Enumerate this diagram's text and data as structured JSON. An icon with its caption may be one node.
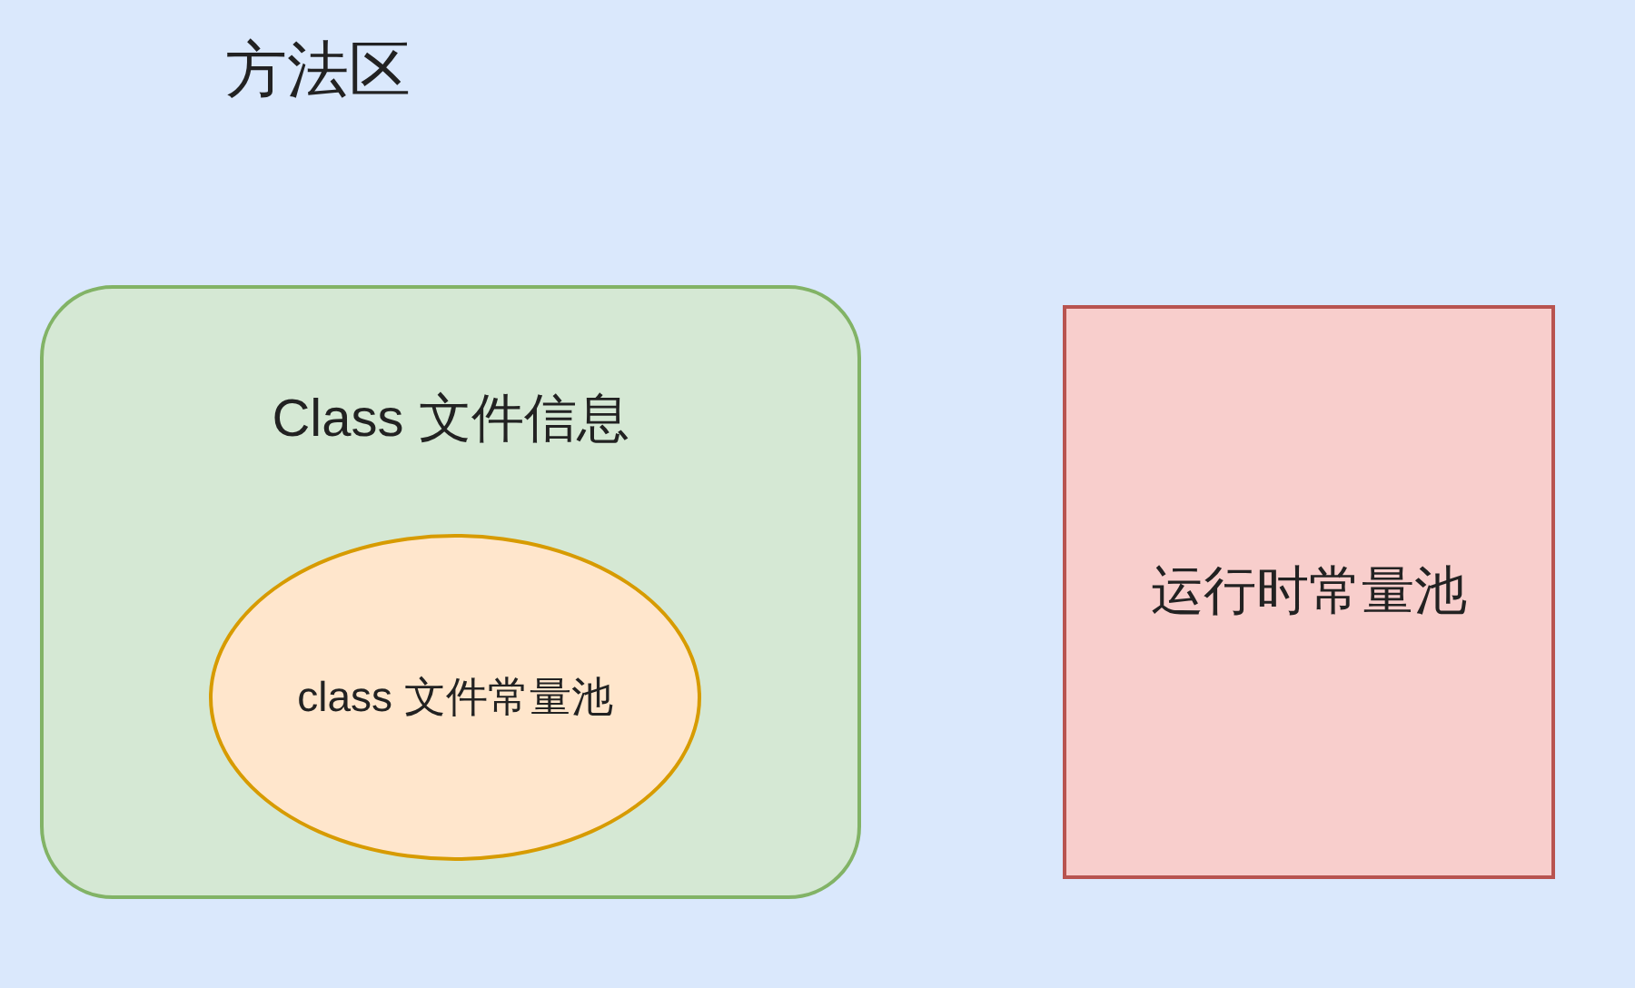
{
  "diagram": {
    "nodes": [
      {
        "text": [
          "方法区"
        ]
      },
      {
        "text": [
          "Class 文件信息"
        ],
        "in": 0
      },
      {
        "text": [
          "class 文件常量池"
        ],
        "in": 1
      },
      {
        "text": [
          "运行时常量池"
        ],
        "in": 0
      }
    ]
  }
}
